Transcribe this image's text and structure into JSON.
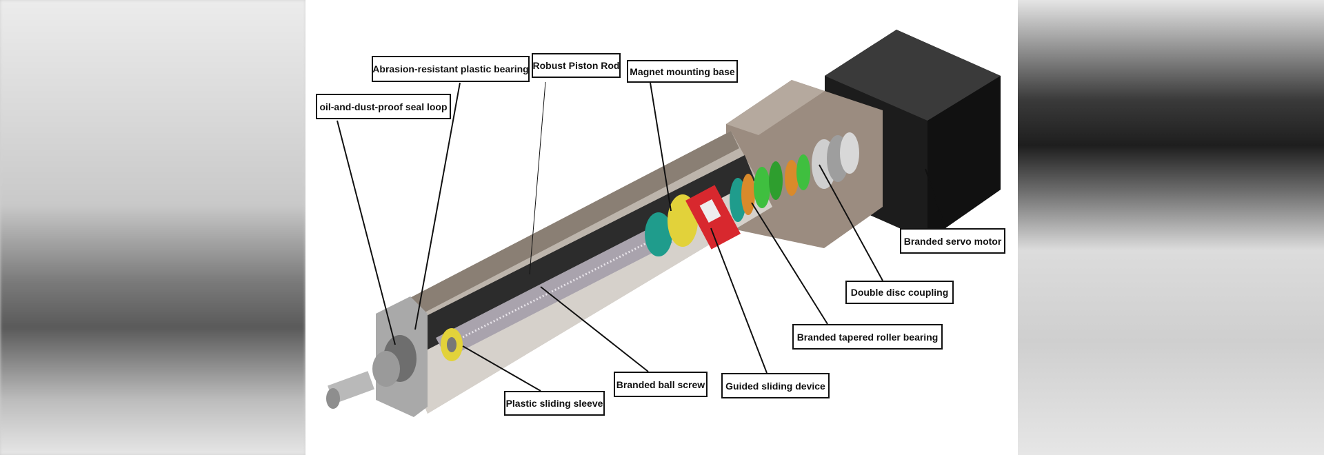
{
  "labels": {
    "abrasion_bearing": "Abrasion-resistant plastic bearing",
    "piston_rod": "Robust Piston Rod",
    "magnet_base": "Magnet mounting base",
    "seal_loop": "oil-and-dust-proof seal loop",
    "servo_motor": "Branded servo motor",
    "disc_coupling": "Double disc coupling",
    "tapered_bearing": "Branded tapered roller bearing",
    "guided_sliding": "Guided sliding device",
    "ball_screw": "Branded ball screw",
    "sliding_sleeve": "Plastic sliding sleeve"
  },
  "colors": {
    "motor": "#1c1c1c",
    "housing": "#8a7f74",
    "nut_yellow": "#e2d23a",
    "guide_red": "#d8282e",
    "teal": "#1f9c8c",
    "green": "#3fbf3f",
    "orange": "#d98a2b"
  }
}
